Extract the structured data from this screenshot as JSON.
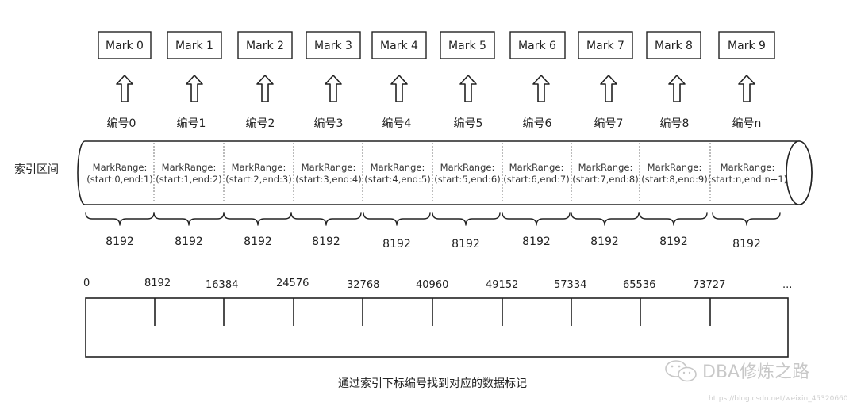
{
  "diagram": {
    "marks": [
      "Mark 0",
      "Mark 1",
      "Mark 2",
      "Mark 3",
      "Mark 4",
      "Mark 5",
      "Mark 6",
      "Mark 7",
      "Mark 8",
      "Mark 9"
    ],
    "index_labels": [
      "编号0",
      "编号1",
      "编号2",
      "编号3",
      "编号4",
      "编号5",
      "编号6",
      "编号7",
      "编号8",
      "编号n"
    ],
    "row_label": "索引区间",
    "range_title": "MarkRange:",
    "ranges": [
      "(start:0,end:1)",
      "(start:1,end:2)",
      "(start:2,end:3)",
      "(start:3,end:4)",
      "(start:4,end:5)",
      "(start:5,end:6)",
      "(start:6,end:7)",
      "(start:7,end:8)",
      "(start:8,end:9)",
      "(start:n,end:n+1)"
    ],
    "granule_sizes": [
      "8192",
      "8192",
      "8192",
      "8192",
      "8192",
      "8192",
      "8192",
      "8192",
      "8192",
      "8192"
    ],
    "offsets": [
      "0",
      "8192",
      "16384",
      "24576",
      "32768",
      "40960",
      "49152",
      "57334",
      "65536",
      "73727",
      "..."
    ],
    "caption": "通过索引下标编号找到对应的数据标记",
    "watermark": {
      "brand": "DBA修炼之路",
      "url": "https://blog.csdn.net/weixin_45320660"
    }
  }
}
